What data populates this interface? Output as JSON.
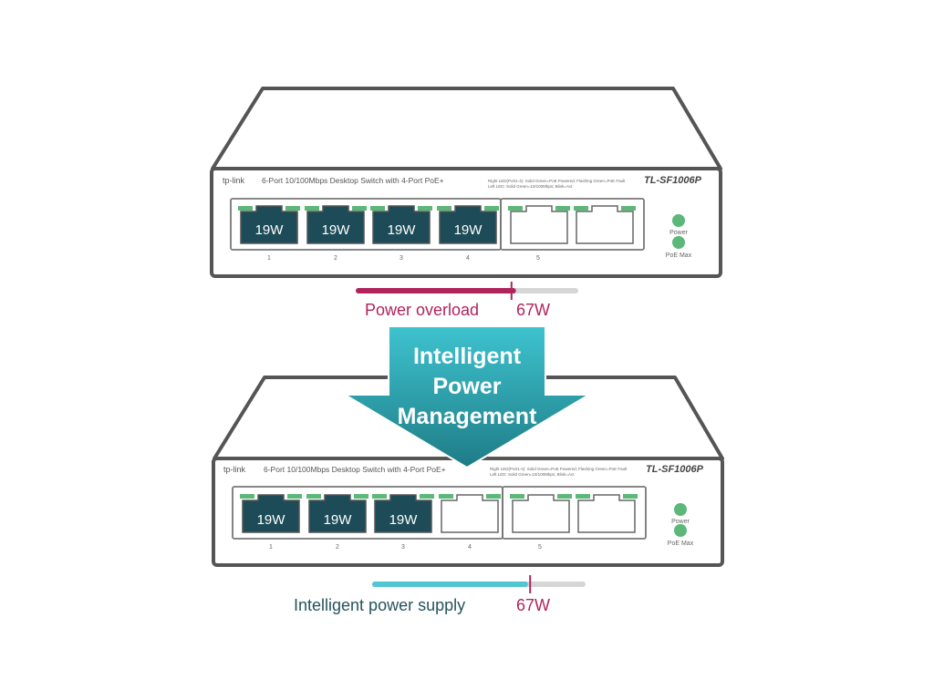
{
  "colors": {
    "outline": "#555555",
    "led_green": "#5cb878",
    "port_active": "#1d4c58",
    "overload_accent": "#b0245c",
    "supply_accent": "#4fc6d2",
    "supply_text": "#25535c",
    "bar_track": "#d6d6d6",
    "arrow_top": "#3ec3cf",
    "arrow_bottom": "#1e7c86"
  },
  "arrow": {
    "line1": "Intelligent",
    "line2": "Power",
    "line3": "Management"
  },
  "switches": [
    {
      "brand": "tp-link",
      "description": "6-Port 10/100Mbps Desktop Switch with 4-Port PoE+",
      "model": "TL-SF1006P",
      "led_legend_1": "Right LED(Port1-4): Solid Green=PoE Powered; Flashing Green=PoE Fault",
      "led_legend_2": "Left LED: Solid Green=10/100Mbps; Blink=Act",
      "ports": [
        {
          "number": "1",
          "label": "19W",
          "active": true
        },
        {
          "number": "2",
          "label": "19W",
          "active": true
        },
        {
          "number": "3",
          "label": "19W",
          "active": true
        },
        {
          "number": "4",
          "label": "19W",
          "active": true
        },
        {
          "number": "5",
          "label": "",
          "active": false
        },
        {
          "number": "",
          "label": "",
          "active": false
        }
      ],
      "led_power_label": "Power",
      "led_poe_label": "PoE Max",
      "power_bar": {
        "status_label": "Power overload",
        "budget_label": "67W",
        "fill": 0.72,
        "budget_mark": 0.7
      }
    },
    {
      "brand": "tp-link",
      "description": "6-Port 10/100Mbps Desktop Switch with 4-Port PoE+",
      "model": "TL-SF1006P",
      "led_legend_1": "Right LED(Port1-4): Solid Green=PoE Powered; Flashing Green=PoE Fault",
      "led_legend_2": "Left LED: Solid Green=10/100Mbps; Blink=Act",
      "ports": [
        {
          "number": "1",
          "label": "19W",
          "active": true
        },
        {
          "number": "2",
          "label": "19W",
          "active": true
        },
        {
          "number": "3",
          "label": "19W",
          "active": true
        },
        {
          "number": "4",
          "label": "",
          "active": false
        },
        {
          "number": "5",
          "label": "",
          "active": false
        },
        {
          "number": "",
          "label": "",
          "active": false
        }
      ],
      "led_power_label": "Power",
      "led_poe_label": "PoE Max",
      "power_bar": {
        "status_label": "Intelligent power supply",
        "budget_label": "67W",
        "fill": 0.73,
        "budget_mark": 0.74
      }
    }
  ]
}
